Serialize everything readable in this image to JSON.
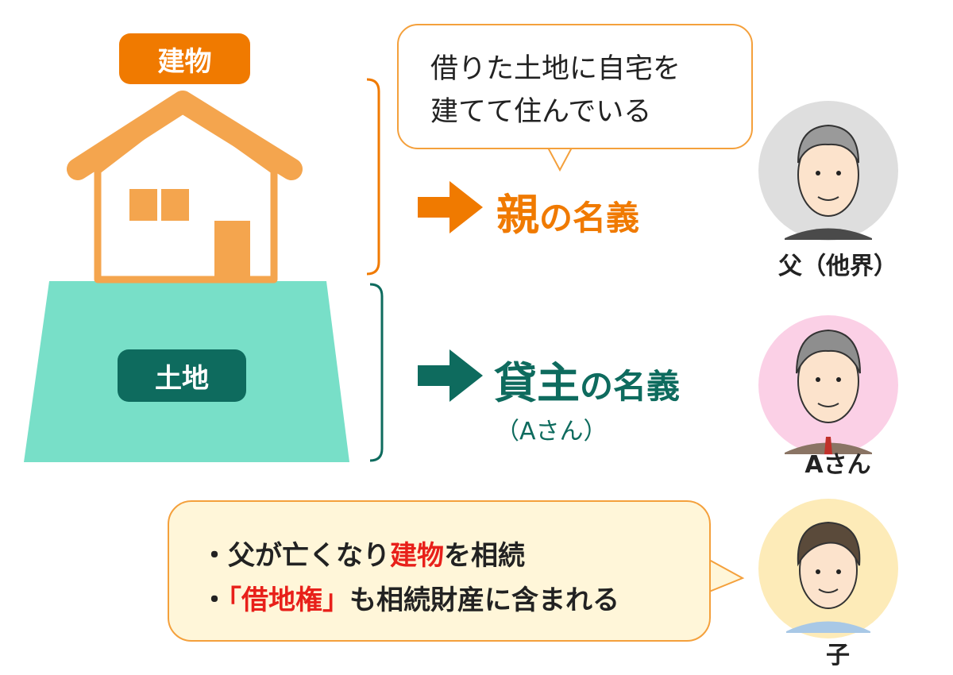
{
  "labels": {
    "building": "建物",
    "land": "土地"
  },
  "bubble_top": {
    "line1": "借りた土地に自宅を",
    "line2": "建てて住んでいる"
  },
  "owners": {
    "parent": {
      "main": "親",
      "rest": "の名義"
    },
    "landlord": {
      "main": "貸主",
      "rest": "の名義",
      "sub": "（Aさん）"
    }
  },
  "people": {
    "father": "父（他界）",
    "landlord": "Aさん",
    "child": "子"
  },
  "bubble_bottom": {
    "line1_pre": "・父が亡くなり",
    "line1_red": "建物",
    "line1_post": "を相続",
    "line2_pre": "・",
    "line2_red": "「借地権」",
    "line2_post": "も相続財産に含まれる"
  },
  "colors": {
    "orange": "#F07A00",
    "house_orange": "#F4A54E",
    "teal": "#0E6B5E",
    "land_fill": "#78DFC8",
    "red": "#E8201A"
  }
}
